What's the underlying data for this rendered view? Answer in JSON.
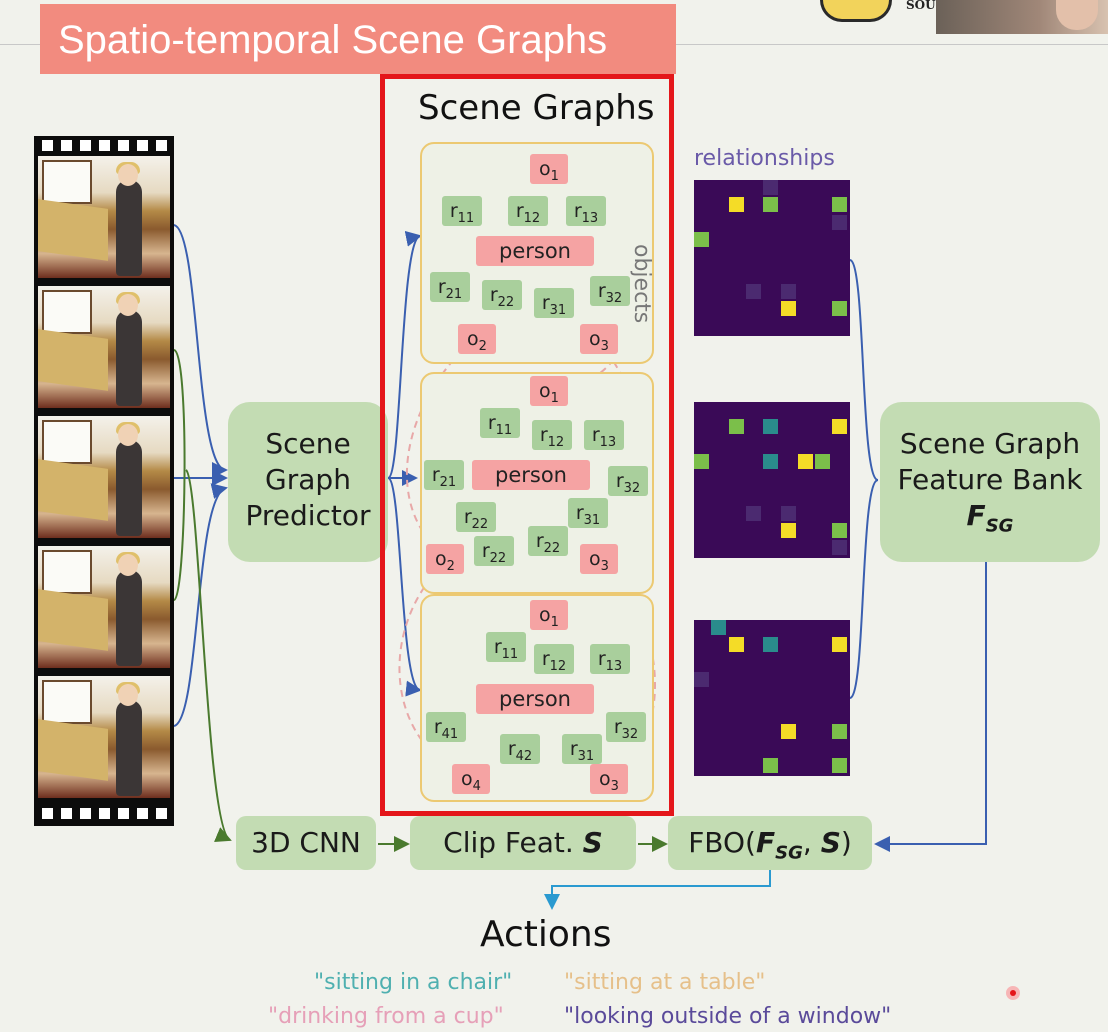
{
  "header": {
    "title": "Spatio-temporal Scene Graphs",
    "logo_text": "SOU"
  },
  "diagram": {
    "scene_graphs_heading": "Scene Graphs",
    "relationships_label": "relationships",
    "objects_label": "objects",
    "predictor": [
      "Scene",
      "Graph",
      "Predictor"
    ],
    "bank": {
      "line1": "Scene Graph",
      "line2": "Feature Bank",
      "symbol": "F",
      "symbol_sub": "SG"
    },
    "bottom": {
      "cnn": "3D CNN",
      "clip": "Clip Feat.",
      "clip_symbol": "S",
      "fbo_prefix": "FBO(",
      "fbo_f": "F",
      "fbo_sub": "SG",
      "fbo_sep": ",",
      "fbo_s": "S",
      "fbo_suffix": ")"
    },
    "graphs": [
      {
        "o1": "o",
        "o1s": "1",
        "person": "person",
        "r": [
          [
            "r",
            "11"
          ],
          [
            "r",
            "12"
          ],
          [
            "r",
            "13"
          ],
          [
            "r",
            "21"
          ],
          [
            "r",
            "22"
          ],
          [
            "r",
            "31"
          ],
          [
            "r",
            "32"
          ]
        ],
        "ob": [
          [
            "o",
            "2"
          ],
          [
            "o",
            "3"
          ]
        ]
      },
      {
        "o1": "o",
        "o1s": "1",
        "person": "person",
        "r": [
          [
            "r",
            "11"
          ],
          [
            "r",
            "12"
          ],
          [
            "r",
            "13"
          ],
          [
            "r",
            "21"
          ],
          [
            "r",
            "32"
          ],
          [
            "r",
            "22"
          ],
          [
            "r",
            "31"
          ],
          [
            "r",
            "22"
          ],
          [
            "r",
            "22"
          ]
        ],
        "ob": [
          [
            "o",
            "2"
          ],
          [
            "o",
            "3"
          ]
        ]
      },
      {
        "o1": "o",
        "o1s": "1",
        "person": "person",
        "r": [
          [
            "r",
            "11"
          ],
          [
            "r",
            "12"
          ],
          [
            "r",
            "13"
          ],
          [
            "r",
            "41"
          ],
          [
            "r",
            "42"
          ],
          [
            "r",
            "31"
          ],
          [
            "r",
            "32"
          ]
        ],
        "ob": [
          [
            "o",
            "4"
          ],
          [
            "o",
            "3"
          ]
        ]
      }
    ],
    "colors": {
      "matrix_bg": "#3a0a57",
      "yellow": "#f4dc27",
      "green": "#7bbf4a",
      "teal": "#2a8c8c",
      "dim": "#4b2a70"
    }
  },
  "actions": {
    "title": "Actions",
    "items": [
      {
        "text": "\"sitting in a chair\"",
        "color": "#4fb0b0"
      },
      {
        "text": "\"sitting at a table\"",
        "color": "#e6c08a"
      },
      {
        "text": "\"drinking from a cup\"",
        "color": "#e6a0b8"
      },
      {
        "text": "\"looking outside of a window\"",
        "color": "#5a4a9a"
      }
    ]
  }
}
